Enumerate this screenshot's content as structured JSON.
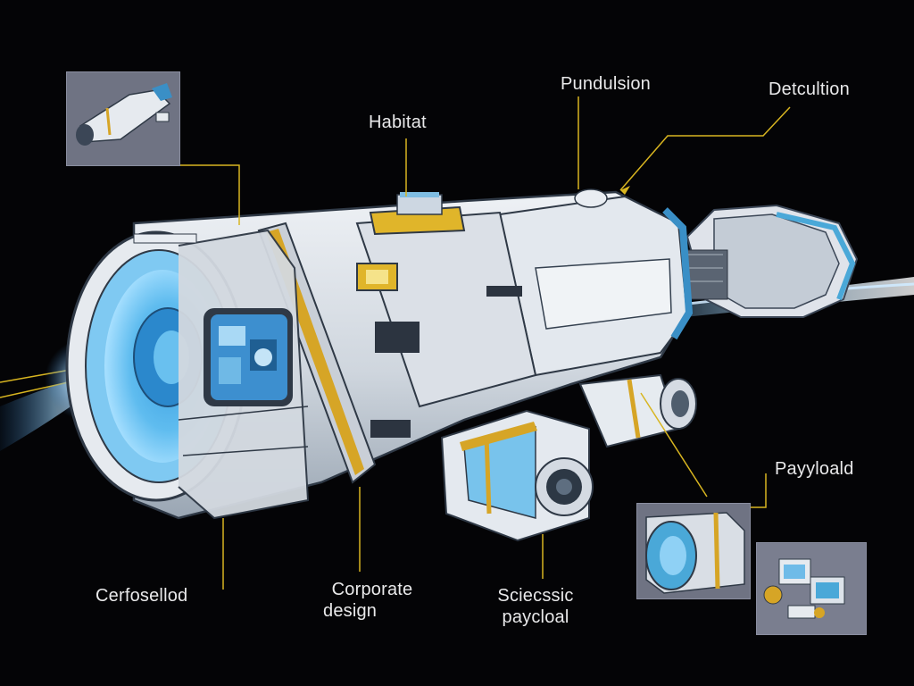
{
  "diagram": {
    "labels": {
      "habitat": "Habitat",
      "propulsion": "Pundulsion",
      "detection": "Detcultion",
      "payload": "Payyloald",
      "cerfoselled": "Cerfosellod",
      "corporate_line1": "Corporate",
      "corporate_line2": "design",
      "science_line1": "Sciecssic",
      "science_line2": "paycloal"
    },
    "colors": {
      "background": "#040406",
      "leader_line": "#d8b520",
      "hull": "#d6dbe2",
      "accent_blue": "#4aa8d8",
      "accent_gold": "#d6a526",
      "glow": "#9fd8ff"
    }
  }
}
